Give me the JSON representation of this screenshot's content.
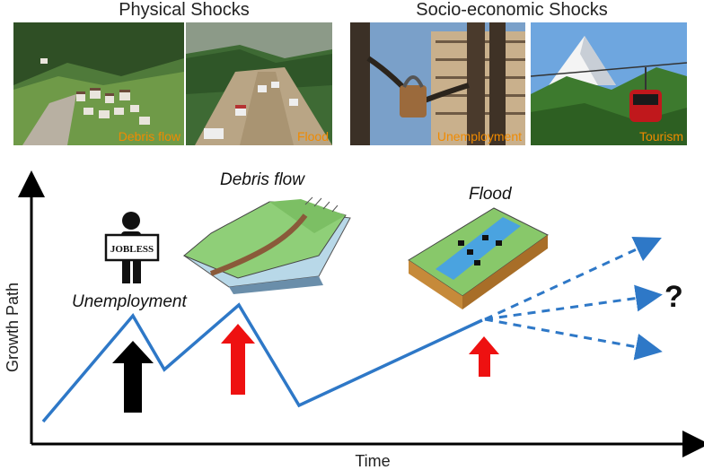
{
  "headings": {
    "physical": "Physical Shocks",
    "socio": "Socio-economic Shocks"
  },
  "photos": [
    {
      "caption": "Debris flow",
      "icon": "village-valley-photo"
    },
    {
      "caption": "Flood",
      "icon": "flooded-valley-photo"
    },
    {
      "caption": "Unemployment",
      "icon": "chained-gate-photo"
    },
    {
      "caption": "Tourism",
      "icon": "cable-car-mountain-photo"
    }
  ],
  "diagram": {
    "ylabel": "Growth Path",
    "xlabel": "Time",
    "events": {
      "unemployment": "Unemployment",
      "debris_flow": "Debris flow",
      "flood": "Flood"
    },
    "sign_text": "JOBLESS",
    "question": "?",
    "colors": {
      "path": "#2e78c7",
      "arrow_social": "#000000",
      "arrow_physical": "#ee1111",
      "caption": "#f08a00"
    }
  }
}
